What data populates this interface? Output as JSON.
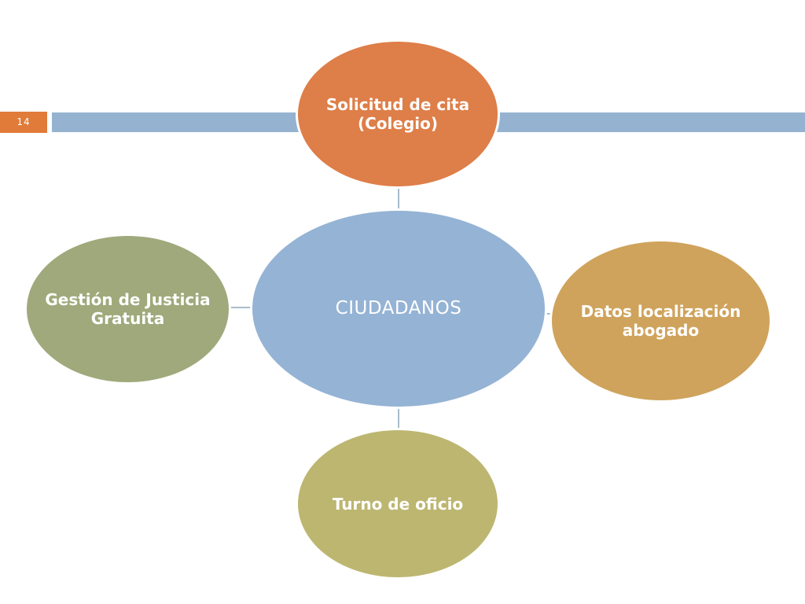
{
  "slide": {
    "page_number": "14"
  },
  "diagram": {
    "center": {
      "label": "CIUDADANOS"
    },
    "top": {
      "label": "Solicitud de cita (Colegio)"
    },
    "right": {
      "label": "Datos localización abogado"
    },
    "bottom": {
      "label": "Turno de oficio"
    },
    "left": {
      "label": "Gestión de Justicia Gratuita"
    }
  },
  "colors": {
    "center": "#95b3d4",
    "top": "#de7e48",
    "right": "#cfa35c",
    "bottom": "#bdb670",
    "left": "#9fa97b",
    "header_bar": "#95b3d0",
    "page_number_box": "#e07b39"
  }
}
